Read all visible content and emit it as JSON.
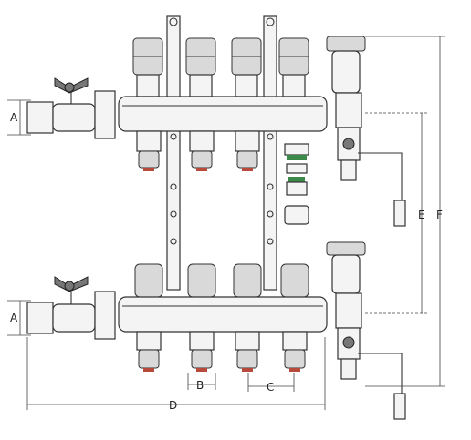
{
  "dimensions": {
    "a_top": "A",
    "a_bottom": "A",
    "b": "B",
    "c": "C",
    "d": "D",
    "e": "E",
    "f": "F"
  },
  "colors": {
    "line": "#333333",
    "red_accent": "#b84a3c",
    "green_accent": "#3c8a4a"
  }
}
